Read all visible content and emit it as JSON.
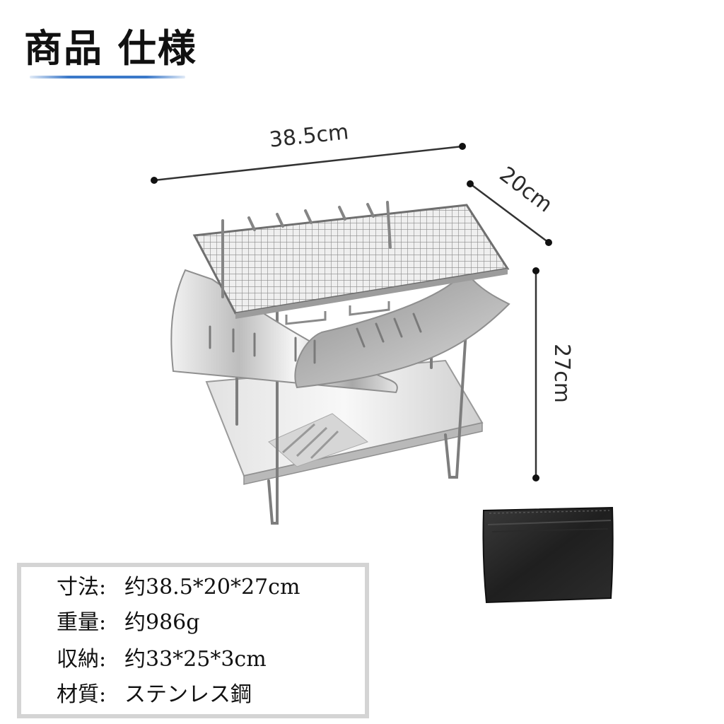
{
  "header": {
    "title": "商品 仕様",
    "accent_color": "#3a78c9"
  },
  "dimensions": {
    "width": "38.5cm",
    "depth": "20cm",
    "height": "27cm"
  },
  "specs": [
    {
      "label": "寸法:",
      "value": "约38.5*20*27cm"
    },
    {
      "label": "重量:",
      "value": "约986g"
    },
    {
      "label": "収納:",
      "value": "约33*25*3cm"
    },
    {
      "label": "材質:",
      "value": "ステンレス鋼"
    }
  ],
  "icons": {
    "product": "folding-bbq-grill-icon",
    "bag": "storage-bag-icon"
  }
}
